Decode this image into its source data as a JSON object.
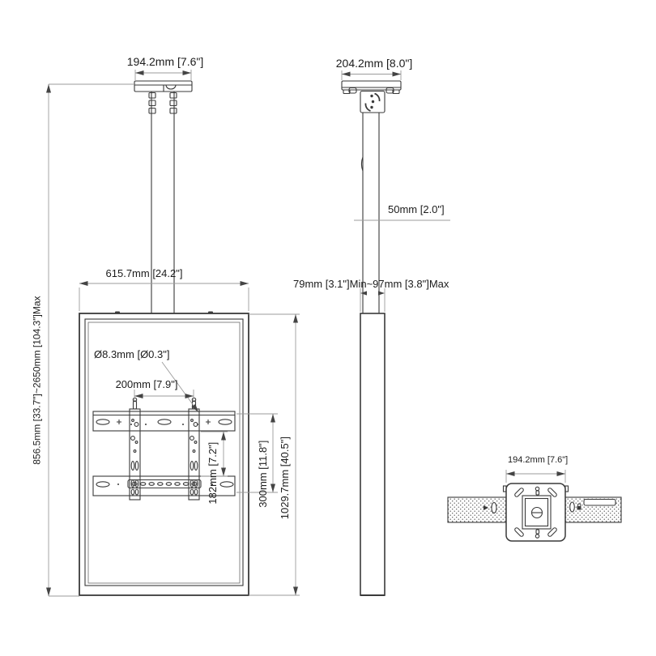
{
  "drawing_type": "ceiling-tv-mount-technical-drawing",
  "colors": {
    "background": "#ffffff",
    "object_line": "#3a3a3a",
    "dimension_line": "#9b9b9b",
    "text": "#1c1c1c"
  },
  "labels": {
    "front_plate_width": "194.2mm [7.6\"]",
    "side_plate_depth": "204.2mm [8.0\"]",
    "pole_width": "50mm [2.0\"]",
    "column_depth_range": "79mm [3.1\"]Min~97mm [3.8\"]Max",
    "screen_width": "615.7mm [24.2\"]",
    "overall_height_range": "856.5mm [33.7\"]~2650mm [104.3\"]Max",
    "hole_diameter": "Ø8.3mm [Ø0.3\"]",
    "vesa_width": "200mm [7.9\"]",
    "rail_gap": "182mm [7.2\"]",
    "vesa_height": "300mm [11.8\"]",
    "screen_height": "1029.7mm [40.5\"]",
    "top_plate_width": "194.2mm [7.6\"]"
  }
}
